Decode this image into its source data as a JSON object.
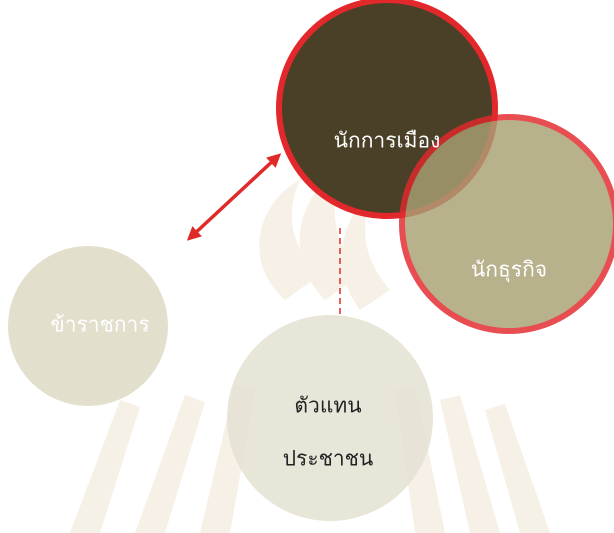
{
  "nodes": {
    "politicians": {
      "label": "นักการเมือง"
    },
    "business": {
      "label": "นักธุรกิจ"
    },
    "civil_servants": {
      "label": "ข้าราชการ"
    },
    "representative": {
      "label_line1": "ตัวแทน",
      "label_line2": "ประชาชน"
    }
  },
  "colors": {
    "politicians_fill": "#4a4028",
    "business_fill": "#a8a074",
    "civil_servants_fill": "#e3dfcd",
    "representative_fill": "#e4e0d2",
    "outline_red": "#e3282c",
    "watermark": "#efe5d4",
    "connector_red": "#e02a2a",
    "label_light": "#ffffff",
    "label_dark": "#222222"
  }
}
